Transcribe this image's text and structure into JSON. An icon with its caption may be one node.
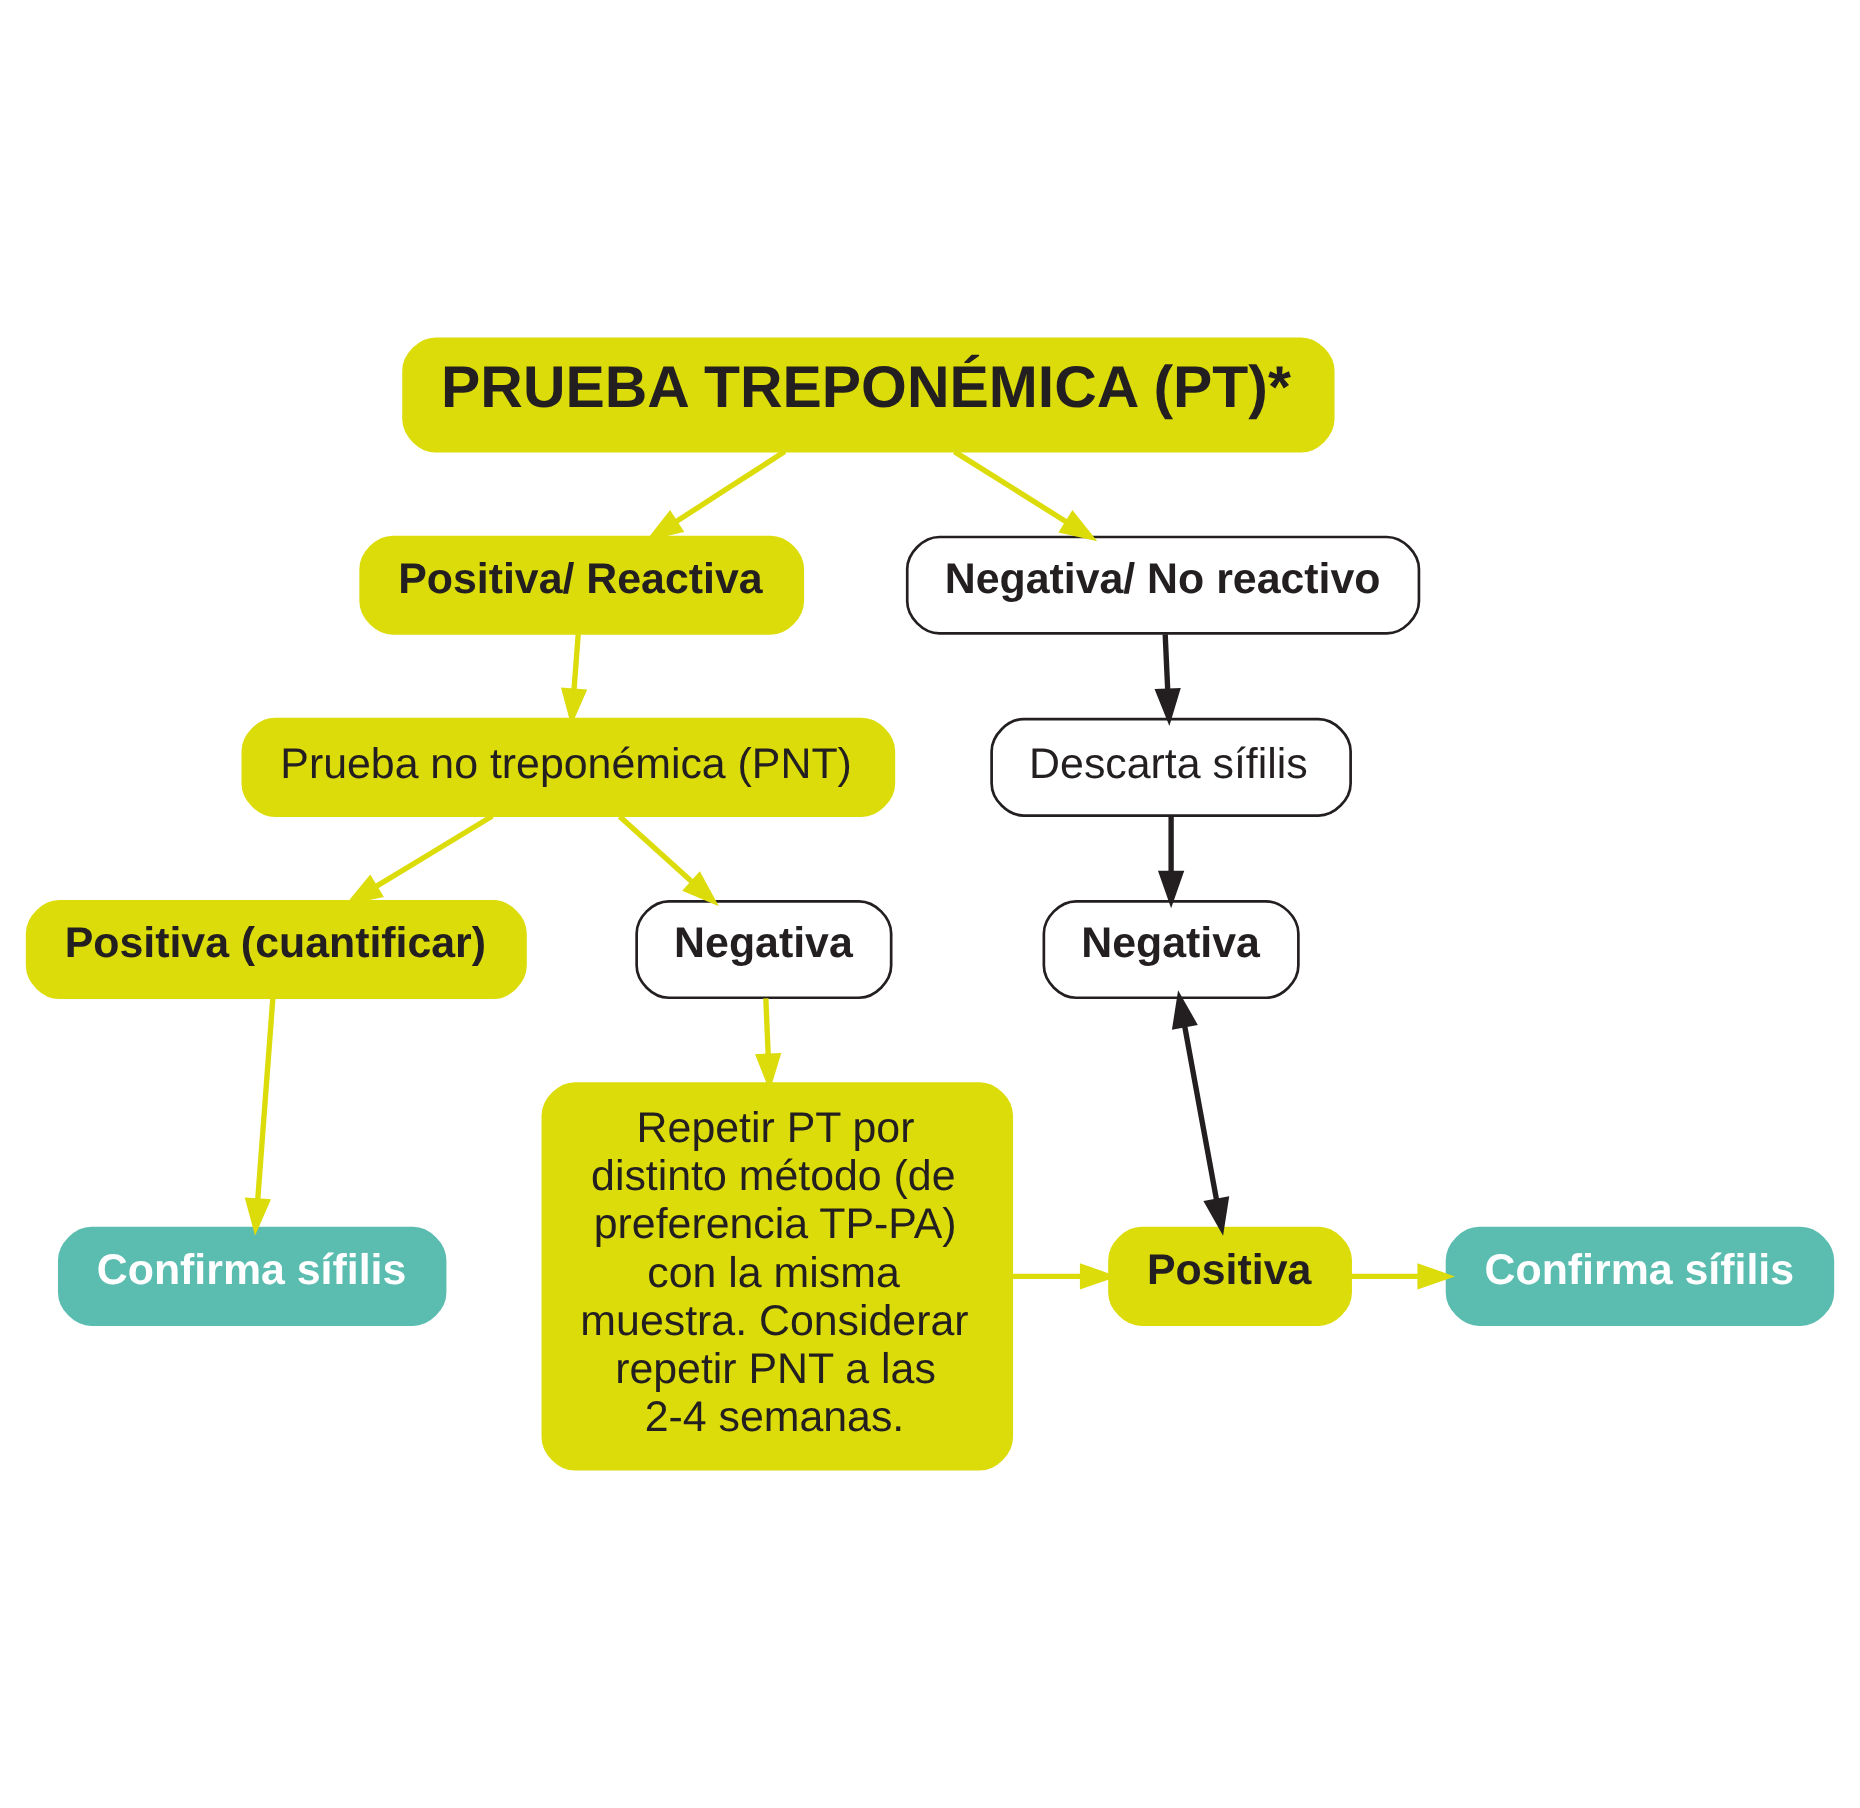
{
  "diagram": {
    "nodes": [
      {
        "text": [
          "PRUEBA TREPONÉMICA (PT)*"
        ]
      },
      {
        "text": [
          "Positiva/ Reactiva"
        ]
      },
      {
        "text": [
          "Negativa/ No reactivo"
        ]
      },
      {
        "text": [
          "Prueba no treponémica (PNT)"
        ]
      },
      {
        "text": [
          "Descarta sífilis"
        ]
      },
      {
        "text": [
          "Positiva (cuantificar)"
        ]
      },
      {
        "text": [
          "Negativa"
        ]
      },
      {
        "text": [
          "Negativa"
        ]
      },
      {
        "text": [
          "Confirma sífilis"
        ]
      },
      {
        "text": [
          "Repetir PT por distinto método (de preferencia TP-PA) con la misma muestra. Considerar repetir PNT a las 2-4 semanas."
        ]
      },
      {
        "text": [
          "Positiva"
        ]
      },
      {
        "text": [
          "Confirma sífilis"
        ]
      }
    ],
    "edges": [
      {
        "from": 0,
        "to": 1,
        "arrow": "to"
      },
      {
        "from": 0,
        "to": 2,
        "arrow": "to"
      },
      {
        "from": 1,
        "to": 3,
        "arrow": "to"
      },
      {
        "from": 2,
        "to": 4,
        "arrow": "to",
        "color": "#231f20"
      },
      {
        "from": 3,
        "to": 5,
        "arrow": "to"
      },
      {
        "from": 3,
        "to": 6,
        "arrow": "to"
      },
      {
        "from": 4,
        "to": 7,
        "arrow": "to",
        "color": "#231f20"
      },
      {
        "from": 5,
        "to": 8,
        "arrow": "to"
      },
      {
        "from": 6,
        "to": 9,
        "arrow": "to"
      },
      {
        "from": 9,
        "to": 10,
        "arrow": "to"
      },
      {
        "from": 7,
        "to": 10,
        "arrow": "both",
        "color": "#231f20"
      },
      {
        "from": 10,
        "to": 11,
        "arrow": "to"
      }
    ]
  }
}
